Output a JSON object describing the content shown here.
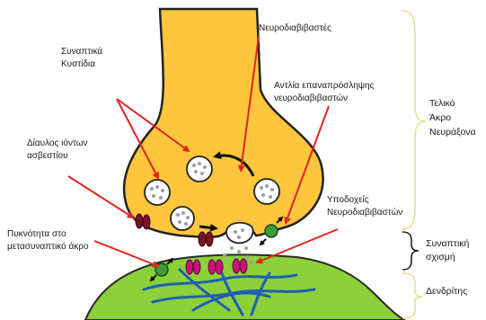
{
  "labels": {
    "synaptic_vesicles": [
      "Συναπτικά",
      "Κυστίδια"
    ],
    "neurotransmitters": [
      "Νευροδιαβιβαστές"
    ],
    "reuptake_pump": [
      "Αντλία επαναπρόσληψης",
      "νευροδιαβιβαστών"
    ],
    "calcium_channel": [
      "Δίαυλος ιόντων",
      "ασβεστίου"
    ],
    "receptors": [
      "Υποδοχείς",
      "Νευροδιαβιβαστών"
    ],
    "postsynaptic_density": [
      "Πυκνότητα στο",
      "μετασυναπτικό άκρο"
    ],
    "axon_terminal": [
      "Τελικό",
      "Άκρο",
      "Νευράξονα"
    ],
    "synaptic_cleft": [
      "Συναπτική",
      "σχισμή"
    ],
    "dendrite": [
      "Δενδρίτης"
    ]
  },
  "colors": {
    "axon_fill": "#fdc63c",
    "axon_stroke": "#222222",
    "dendrite_fill": "#8cd03a",
    "receptor": "#c8127a",
    "channel": "#7a1425",
    "pump": "#3f9a3c",
    "arrow": "#e0251f",
    "brace": "#e8e19a",
    "cytoskeleton": "#1f5fb5"
  },
  "icons": [
    "red-arrow-icon",
    "black-arrow-icon",
    "brace-icon"
  ]
}
